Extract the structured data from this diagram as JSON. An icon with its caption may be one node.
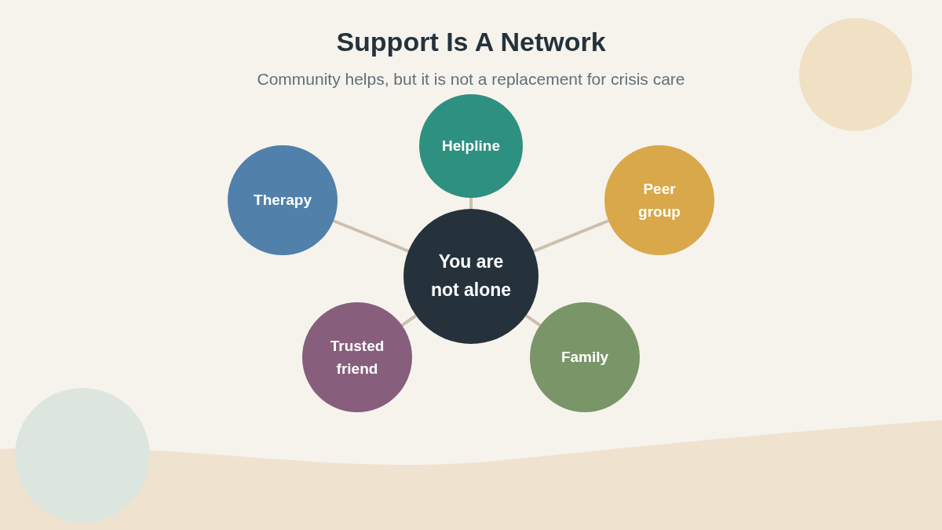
{
  "diagram": {
    "title": "Support Is A Network",
    "caption": "Community helps, but it is not a replacement for crisis care",
    "nodes": [
      {
        "text": [
          "Helpline"
        ]
      },
      {
        "text": [
          "Therapy"
        ]
      },
      {
        "text": [
          "Peer group"
        ]
      },
      {
        "text": [
          "You are not alone"
        ]
      },
      {
        "text": [
          "Trusted friend"
        ]
      },
      {
        "text": [
          "Family"
        ]
      }
    ],
    "edges": [
      {
        "from": 3,
        "to": 0,
        "arrow": "none"
      },
      {
        "from": 3,
        "to": 1,
        "arrow": "none"
      },
      {
        "from": 3,
        "to": 2,
        "arrow": "none"
      },
      {
        "from": 3,
        "to": 4,
        "arrow": "none"
      },
      {
        "from": 3,
        "to": 5,
        "arrow": "none"
      }
    ]
  }
}
